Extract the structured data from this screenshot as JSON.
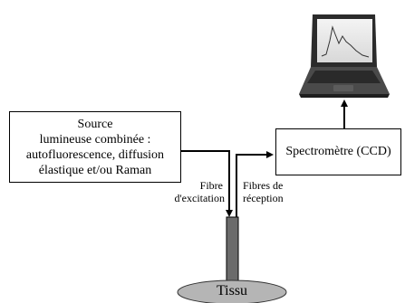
{
  "source_box": {
    "lines": [
      "Source",
      "lumineuse combinée :",
      "autofluorescence, diffusion",
      "élastique et/ou Raman"
    ]
  },
  "spectrometer_box": {
    "label": "Spectromètre (CCD)"
  },
  "fibre_excitation": {
    "lines": [
      "Fibre",
      "d'excitation"
    ]
  },
  "fibres_reception": {
    "lines": [
      "Fibres de",
      "réception"
    ]
  },
  "tissue": {
    "label": "Tissu"
  },
  "laptop": {
    "icon": "laptop-spectrum-icon"
  },
  "colors": {
    "line": "#000000",
    "probe": "#6b6b6b",
    "tissue": "#b5b5b5"
  }
}
